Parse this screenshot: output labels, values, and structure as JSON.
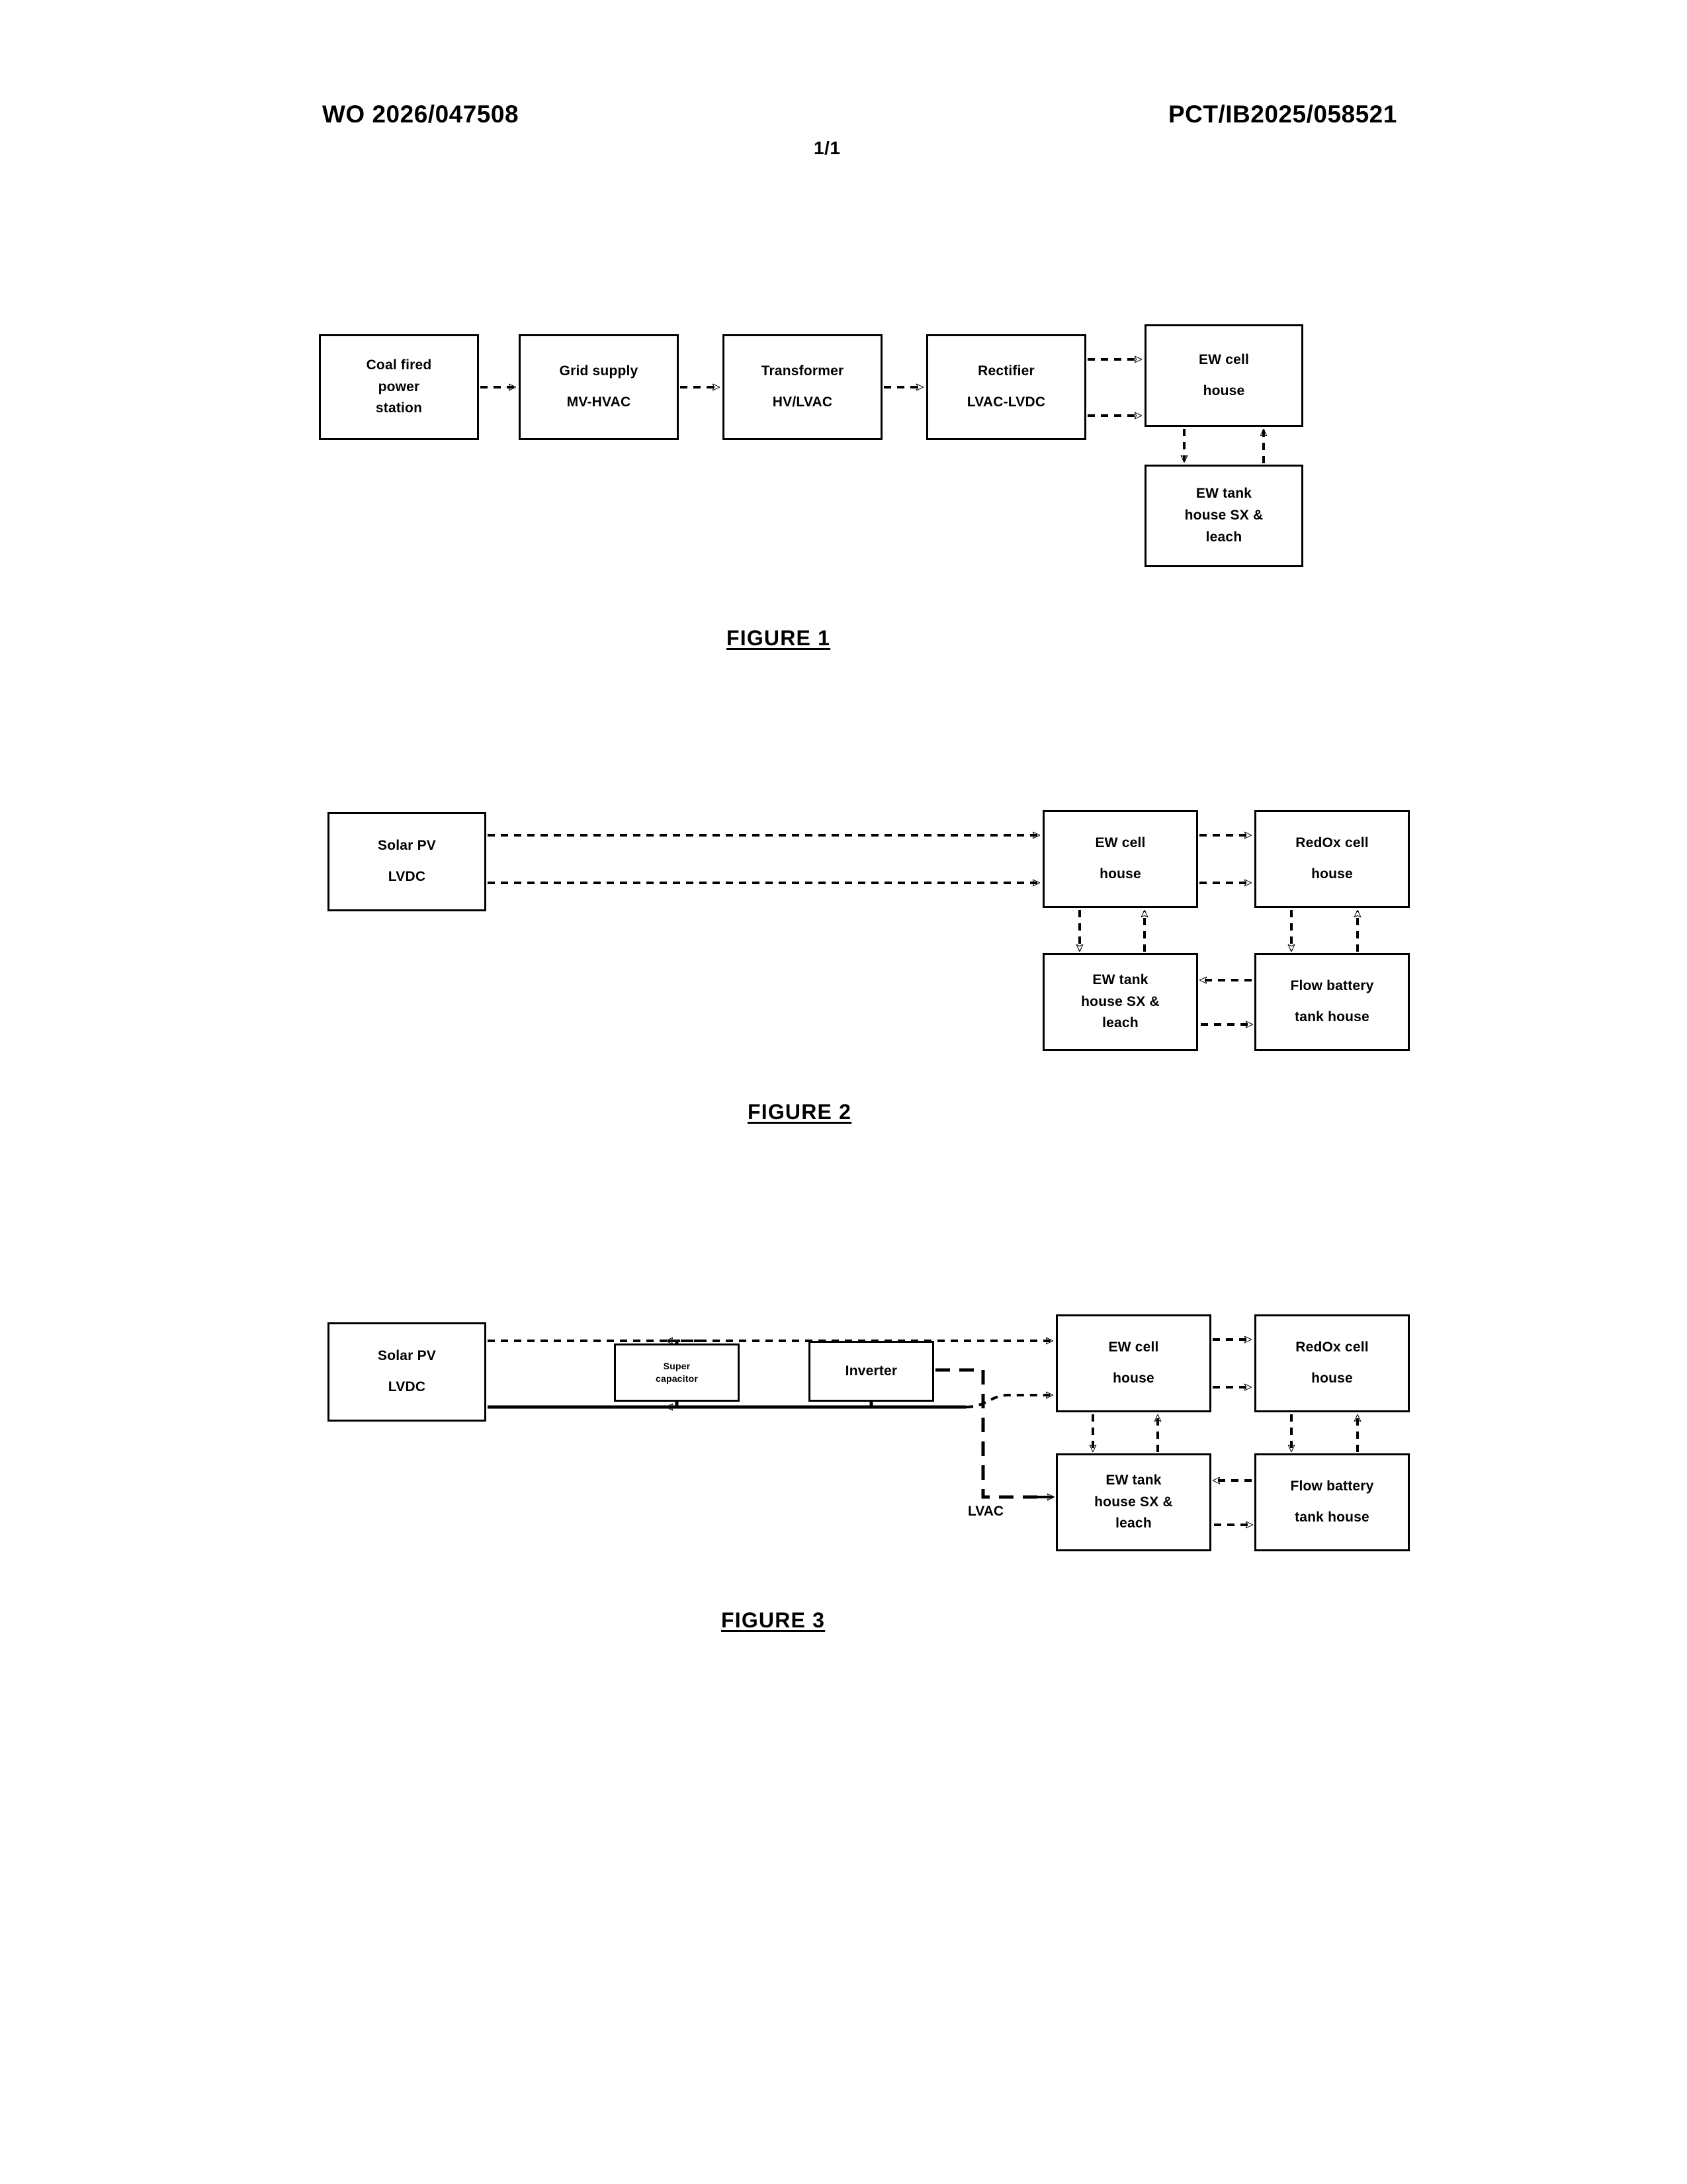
{
  "header": {
    "left": "WO 2026/047508",
    "right": "PCT/IB2025/058521",
    "page_number": "1/1"
  },
  "figures": [
    {
      "caption": "FIGURE 1",
      "boxes": [
        {
          "name": "coal-fired-power-station",
          "lines": [
            "Coal fired",
            "power",
            "station"
          ]
        },
        {
          "name": "grid-supply",
          "lines": [
            "Grid supply",
            "MV-HVAC"
          ]
        },
        {
          "name": "transformer",
          "lines": [
            "Transformer",
            "HV/LVAC"
          ]
        },
        {
          "name": "rectifier",
          "lines": [
            "Rectifier",
            "LVAC-LVDC"
          ]
        },
        {
          "name": "ew-cell-house",
          "lines": [
            "EW cell",
            "house"
          ]
        },
        {
          "name": "ew-tank-house",
          "lines": [
            "EW tank",
            "house SX &",
            "leach"
          ]
        }
      ]
    },
    {
      "caption": "FIGURE 2",
      "boxes": [
        {
          "name": "solar-pv",
          "lines": [
            "Solar PV",
            "LVDC"
          ]
        },
        {
          "name": "ew-cell-house",
          "lines": [
            "EW cell",
            "house"
          ]
        },
        {
          "name": "redox-cell-house",
          "lines": [
            "RedOx cell",
            "house"
          ]
        },
        {
          "name": "ew-tank-house",
          "lines": [
            "EW tank",
            "house SX &",
            "leach"
          ]
        },
        {
          "name": "flow-battery-tank-house",
          "lines": [
            "Flow battery",
            "tank house"
          ]
        }
      ]
    },
    {
      "caption": "FIGURE 3",
      "boxes": [
        {
          "name": "solar-pv",
          "lines": [
            "Solar PV",
            "LVDC"
          ]
        },
        {
          "name": "super-capacitor",
          "lines": [
            "Super",
            "capacitor"
          ]
        },
        {
          "name": "inverter",
          "lines": [
            "Inverter"
          ]
        },
        {
          "name": "ew-cell-house",
          "lines": [
            "EW cell",
            "house"
          ]
        },
        {
          "name": "redox-cell-house",
          "lines": [
            "RedOx cell",
            "house"
          ]
        },
        {
          "name": "ew-tank-house",
          "lines": [
            "EW tank",
            "house SX &",
            "leach"
          ]
        },
        {
          "name": "flow-battery-tank-house",
          "lines": [
            "Flow battery",
            "tank house"
          ]
        }
      ],
      "labels": [
        {
          "name": "lvac-label",
          "text": "LVAC"
        }
      ]
    }
  ]
}
